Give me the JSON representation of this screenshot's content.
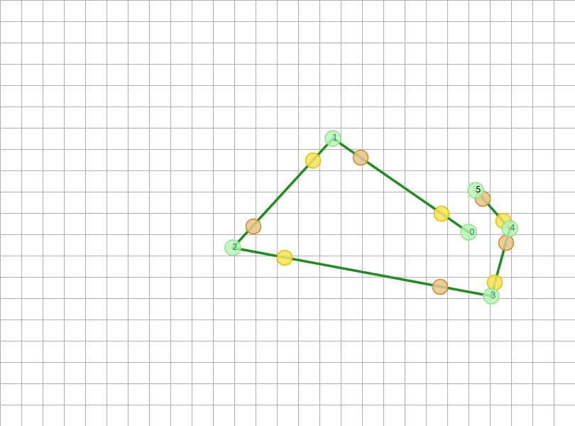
{
  "colors": {
    "background": "#ffffff",
    "grid": "#b0b0b0",
    "path": "#228b22",
    "vertex_fill": "#b5f5b5",
    "vertex_stroke": "#8fdf8f",
    "vertex_label": "#2e8b57",
    "highlight_label": "#000000",
    "marker_yellow_fill": "#f7e35a",
    "marker_yellow_stroke": "#e0c000",
    "marker_orange_fill": "#e8c48a",
    "marker_orange_stroke": "#c98a2a"
  },
  "vertices": [
    {
      "label": "0"
    },
    {
      "label": "1"
    },
    {
      "label": "2"
    },
    {
      "label": "3"
    },
    {
      "label": "4"
    },
    {
      "label": "5"
    }
  ],
  "markers": [
    {
      "kind": "yellow"
    },
    {
      "kind": "orange"
    },
    {
      "kind": "yellow"
    },
    {
      "kind": "orange"
    },
    {
      "kind": "yellow"
    },
    {
      "kind": "orange"
    },
    {
      "kind": "yellow"
    },
    {
      "kind": "orange"
    },
    {
      "kind": "yellow"
    },
    {
      "kind": "orange"
    }
  ]
}
